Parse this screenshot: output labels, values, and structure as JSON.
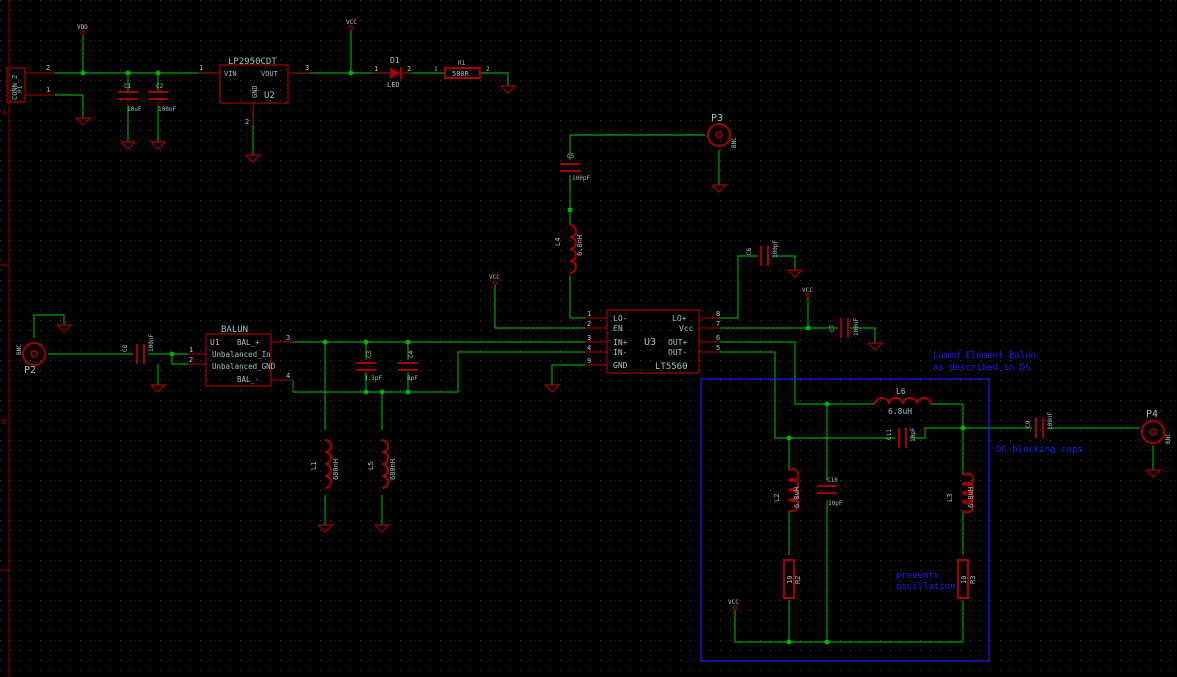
{
  "colors": {
    "background": "#000000",
    "grid": "#4a4a4a",
    "wire": "#00a000",
    "component": "#a50000",
    "pin_text": "#c0c0c0",
    "ref_text": "#9fc2c2",
    "value_text": "#9fc2c2",
    "annotation": "#1e1eff",
    "junction": "#00b000",
    "border": "#8b0000"
  },
  "annotations": {
    "balun_title": "Lumed Element Balun",
    "balun_sub": "as described in DS",
    "dc_block": "DC blocking caps",
    "prevents": "prevents",
    "oscillation": "oscillation"
  },
  "border_labels": {
    "a": "A",
    "b": "B"
  },
  "power": {
    "vdd": "VDD",
    "vcc1": "VCC",
    "vcc2": "VCC",
    "vcc3": "VCC",
    "vcc4": "VCC"
  },
  "p1": {
    "ref": "P1",
    "value": "CONN_2",
    "pin1": "1",
    "pin2": "2"
  },
  "c1": {
    "ref": "C1",
    "value": "10uF"
  },
  "c2": {
    "ref": "C2",
    "value": "100nF"
  },
  "u2": {
    "ref": "U2",
    "value": "LP2950CDT",
    "vin": "VIN",
    "vout": "VOUT",
    "gnd": "GND",
    "pin1": "1",
    "pin2": "2",
    "pin3": "3"
  },
  "d1": {
    "ref": "D1",
    "value": "LED",
    "pin1": "1",
    "pin2": "2"
  },
  "r1": {
    "ref": "R1",
    "value": "500R",
    "pin1": "1",
    "pin2": "2"
  },
  "p3": {
    "ref": "P3",
    "value": "BNC"
  },
  "c5": {
    "ref": "C5",
    "value": "100pF"
  },
  "l4": {
    "ref": "L4",
    "value": "6.8nH"
  },
  "c6": {
    "ref": "C6",
    "value": "100pF"
  },
  "c7": {
    "ref": "C7",
    "value": "100nF"
  },
  "p2": {
    "ref": "P2",
    "value": "BNC"
  },
  "c8": {
    "ref": "C8",
    "value": "100nF"
  },
  "u1": {
    "ref": "U1",
    "value": "BALUN",
    "bal_p": "BAL_+",
    "unbal_in": "Unbalanced_In",
    "unbal_gnd": "Unbalanced_GND",
    "bal_n": "BAL_-",
    "pin1": "1",
    "pin2": "2",
    "pin3": "3",
    "pin4": "4"
  },
  "c3": {
    "ref": "C3",
    "value": "3.3pF"
  },
  "c4": {
    "ref": "C4",
    "value": "8pF"
  },
  "l1": {
    "ref": "L1",
    "value": "680nH"
  },
  "l5": {
    "ref": "L5",
    "value": "680nH"
  },
  "u3": {
    "ref": "U3",
    "value": "LT5560",
    "left_pins": [
      "LO-",
      "EN",
      "IN+",
      "IN-",
      "GND"
    ],
    "left_nums": [
      "1",
      "2",
      "3",
      "4",
      "9"
    ],
    "right_pins": [
      "LO+",
      "Vcc",
      "OUT+",
      "OUT-"
    ],
    "right_nums": [
      "8",
      "7",
      "6",
      "5"
    ]
  },
  "l6": {
    "ref": "L6",
    "value": "6.8uH"
  },
  "c11": {
    "ref": "C11",
    "value": "10pF"
  },
  "c10": {
    "ref": "C10",
    "value": "10pF"
  },
  "l2": {
    "ref": "L2",
    "value": "6.8uH"
  },
  "l3": {
    "ref": "L3",
    "value": "6.8uH"
  },
  "r2": {
    "ref": "R2",
    "value": "10"
  },
  "r3": {
    "ref": "R3",
    "value": "10"
  },
  "c9": {
    "ref": "C9",
    "value": "100nF"
  },
  "p4": {
    "ref": "P4",
    "value": "BNC"
  }
}
